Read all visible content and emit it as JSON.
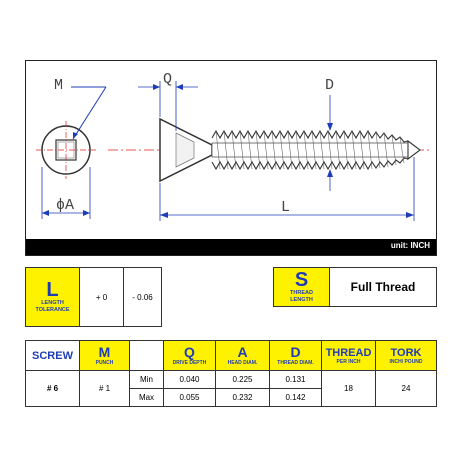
{
  "drawing": {
    "labels": {
      "m": "M",
      "q": "Q",
      "d": "D",
      "a": "ϕA",
      "l": "L"
    },
    "unit_label": "unit: INCH"
  },
  "tolerance": {
    "letter": "L",
    "label_line1": "LENGTH",
    "label_line2": "TOLERANCE",
    "plus": "+ 0",
    "minus": "- 0.06"
  },
  "thread": {
    "letter": "S",
    "label_line1": "THREAD",
    "label_line2": "LENGTH",
    "value": "Full Thread"
  },
  "spec": {
    "headers": {
      "screw": "SCREW",
      "m": {
        "letter": "M",
        "sub": "PUNCH"
      },
      "q": {
        "letter": "Q",
        "sub": "DRIVE DEPTH"
      },
      "a": {
        "letter": "A",
        "sub": "HEAD DIAM."
      },
      "d": {
        "letter": "D",
        "sub": "THREAD DIAM."
      },
      "thread": {
        "letter": "THREAD",
        "sub": "PER INCH"
      },
      "tork": {
        "letter": "TORK",
        "sub": "INCH/ POUND"
      }
    },
    "screw": "# 6",
    "m": "# 1",
    "rows": [
      {
        "label": "Min",
        "q": "0.040",
        "a": "0.225",
        "d": "0.131"
      },
      {
        "label": "Max",
        "q": "0.055",
        "a": "0.232",
        "d": "0.142"
      }
    ],
    "thread_per_inch": "18",
    "tork": "24"
  },
  "colors": {
    "accent_yellow": "#fff200",
    "header_blue": "#1f3cb8",
    "center_line_red": "#e02020",
    "dimension_blue": "#1f3cb8"
  }
}
